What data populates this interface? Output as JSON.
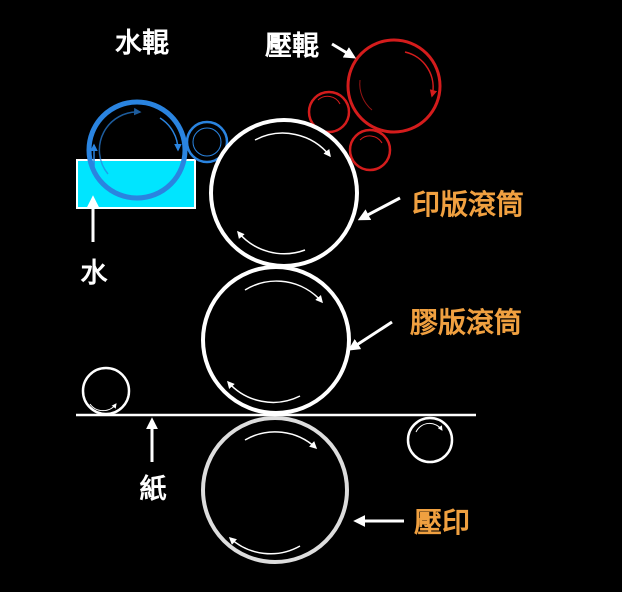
{
  "labels": {
    "water_roller": "水輥",
    "ink_roller": "壓輥",
    "water": "水",
    "plate_cylinder": "印版滾筒",
    "blanket_cylinder": "膠版滾筒",
    "paper": "紙",
    "impression": "壓印"
  },
  "colors": {
    "background": "#000000",
    "white_label": "#ffffff",
    "orange_label": "#f0a040",
    "water_roller": "#2a84e0",
    "water_tray": "#00e5ff",
    "ink_roller": "#d41c1c",
    "cylinder": "#ffffff"
  }
}
